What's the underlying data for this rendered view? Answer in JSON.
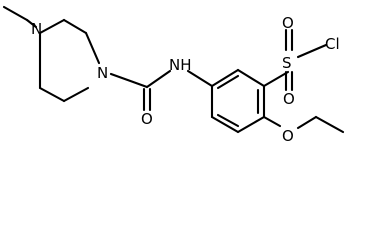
{
  "molecule": {
    "atoms": {
      "n_ring": "N",
      "nh": "NH",
      "o_carbonyl": "O",
      "s": "S",
      "cl": "Cl",
      "o_sulfonyl_top": "O",
      "o_sulfonyl_bottom": "O",
      "o_ether": "O"
    }
  },
  "colors": {
    "bond": "#000000",
    "text": "#000000",
    "background": "#ffffff"
  }
}
